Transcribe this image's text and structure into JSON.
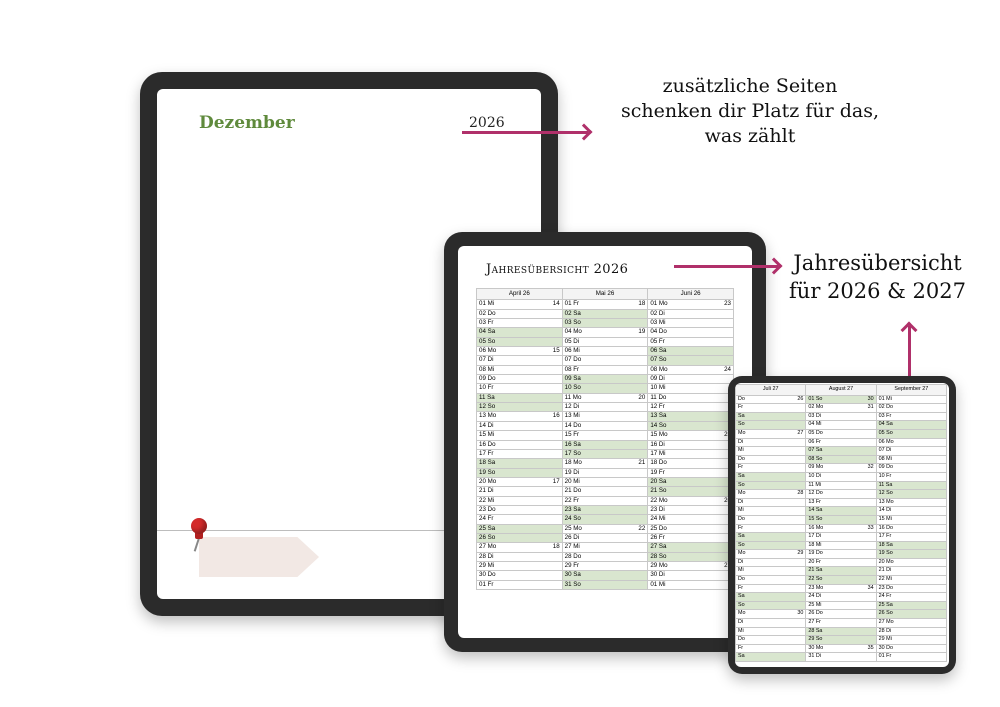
{
  "captions": {
    "top": [
      "zusätzliche Seiten",
      "schenken dir Platz für das,",
      "was zählt"
    ],
    "side": [
      "Jahresübersicht",
      "für 2026 & 2027"
    ]
  },
  "colors": {
    "accent_arrow": "#b0306a",
    "weekend_fill": "#d9e6cf",
    "month_green": "#5f8a3c"
  },
  "tablet1": {
    "month": "Dezember",
    "year": "2026"
  },
  "tablet2": {
    "title": "Jahresübersicht 2026",
    "headers": [
      "April 26",
      "Mai 26",
      "Juni 26"
    ],
    "rows": [
      [
        [
          "01 Mi",
          "14",
          false
        ],
        [
          "01 Fr",
          "18",
          false
        ],
        [
          "01 Mo",
          "23",
          false
        ]
      ],
      [
        [
          "02 Do",
          "",
          false
        ],
        [
          "02 Sa",
          "",
          true
        ],
        [
          "02 Di",
          "",
          false
        ]
      ],
      [
        [
          "03 Fr",
          "",
          false
        ],
        [
          "03 So",
          "",
          true
        ],
        [
          "03 Mi",
          "",
          false
        ]
      ],
      [
        [
          "04 Sa",
          "",
          true
        ],
        [
          "04 Mo",
          "19",
          false
        ],
        [
          "04 Do",
          "",
          false
        ]
      ],
      [
        [
          "05 So",
          "",
          true
        ],
        [
          "05 Di",
          "",
          false
        ],
        [
          "05 Fr",
          "",
          false
        ]
      ],
      [
        [
          "06 Mo",
          "15",
          false
        ],
        [
          "06 Mi",
          "",
          false
        ],
        [
          "06 Sa",
          "",
          true
        ]
      ],
      [
        [
          "07 Di",
          "",
          false
        ],
        [
          "07 Do",
          "",
          false
        ],
        [
          "07 So",
          "",
          true
        ]
      ],
      [
        [
          "08 Mi",
          "",
          false
        ],
        [
          "08 Fr",
          "",
          false
        ],
        [
          "08 Mo",
          "24",
          false
        ]
      ],
      [
        [
          "09 Do",
          "",
          false
        ],
        [
          "09 Sa",
          "",
          true
        ],
        [
          "09 Di",
          "",
          false
        ]
      ],
      [
        [
          "10 Fr",
          "",
          false
        ],
        [
          "10 So",
          "",
          true
        ],
        [
          "10 Mi",
          "",
          false
        ]
      ],
      [
        [
          "11 Sa",
          "",
          true
        ],
        [
          "11 Mo",
          "20",
          false
        ],
        [
          "11 Do",
          "",
          false
        ]
      ],
      [
        [
          "12 So",
          "",
          true
        ],
        [
          "12 Di",
          "",
          false
        ],
        [
          "12 Fr",
          "",
          false
        ]
      ],
      [
        [
          "13 Mo",
          "16",
          false
        ],
        [
          "13 Mi",
          "",
          false
        ],
        [
          "13 Sa",
          "",
          true
        ]
      ],
      [
        [
          "14 Di",
          "",
          false
        ],
        [
          "14 Do",
          "",
          false
        ],
        [
          "14 So",
          "",
          true
        ]
      ],
      [
        [
          "15 Mi",
          "",
          false
        ],
        [
          "15 Fr",
          "",
          false
        ],
        [
          "15 Mo",
          "25",
          false
        ]
      ],
      [
        [
          "16 Do",
          "",
          false
        ],
        [
          "16 Sa",
          "",
          true
        ],
        [
          "16 Di",
          "",
          false
        ]
      ],
      [
        [
          "17 Fr",
          "",
          false
        ],
        [
          "17 So",
          "",
          true
        ],
        [
          "17 Mi",
          "",
          false
        ]
      ],
      [
        [
          "18 Sa",
          "",
          true
        ],
        [
          "18 Mo",
          "21",
          false
        ],
        [
          "18 Do",
          "",
          false
        ]
      ],
      [
        [
          "19 So",
          "",
          true
        ],
        [
          "19 Di",
          "",
          false
        ],
        [
          "19 Fr",
          "",
          false
        ]
      ],
      [
        [
          "20 Mo",
          "17",
          false
        ],
        [
          "20 Mi",
          "",
          false
        ],
        [
          "20 Sa",
          "",
          true
        ]
      ],
      [
        [
          "21 Di",
          "",
          false
        ],
        [
          "21 Do",
          "",
          false
        ],
        [
          "21 So",
          "",
          true
        ]
      ],
      [
        [
          "22 Mi",
          "",
          false
        ],
        [
          "22 Fr",
          "",
          false
        ],
        [
          "22 Mo",
          "26",
          false
        ]
      ],
      [
        [
          "23 Do",
          "",
          false
        ],
        [
          "23 Sa",
          "",
          true
        ],
        [
          "23 Di",
          "",
          false
        ]
      ],
      [
        [
          "24 Fr",
          "",
          false
        ],
        [
          "24 So",
          "",
          true
        ],
        [
          "24 Mi",
          "",
          false
        ]
      ],
      [
        [
          "25 Sa",
          "",
          true
        ],
        [
          "25 Mo",
          "22",
          false
        ],
        [
          "25 Do",
          "",
          false
        ]
      ],
      [
        [
          "26 So",
          "",
          true
        ],
        [
          "26 Di",
          "",
          false
        ],
        [
          "26 Fr",
          "",
          false
        ]
      ],
      [
        [
          "27 Mo",
          "18",
          false
        ],
        [
          "27 Mi",
          "",
          false
        ],
        [
          "27 Sa",
          "",
          true
        ]
      ],
      [
        [
          "28 Di",
          "",
          false
        ],
        [
          "28 Do",
          "",
          false
        ],
        [
          "28 So",
          "",
          true
        ]
      ],
      [
        [
          "29 Mi",
          "",
          false
        ],
        [
          "29 Fr",
          "",
          false
        ],
        [
          "29 Mo",
          "27",
          false
        ]
      ],
      [
        [
          "30 Do",
          "",
          false
        ],
        [
          "30 Sa",
          "",
          true
        ],
        [
          "30 Di",
          "",
          false
        ]
      ],
      [
        [
          "01 Fr",
          "",
          false
        ],
        [
          "31 So",
          "",
          true
        ],
        [
          "01 Mi",
          "",
          false
        ]
      ]
    ]
  },
  "tablet3": {
    "headers": [
      "Juli 27",
      "August 27",
      "September 27"
    ],
    "rows": [
      [
        [
          "Do",
          "26",
          false
        ],
        [
          "01 So",
          "30",
          true
        ],
        [
          "01 Mi",
          "",
          false
        ]
      ],
      [
        [
          "Fr",
          "",
          false
        ],
        [
          "02 Mo",
          "31",
          false
        ],
        [
          "02 Do",
          "",
          false
        ]
      ],
      [
        [
          "Sa",
          "",
          true
        ],
        [
          "03 Di",
          "",
          false
        ],
        [
          "03 Fr",
          "",
          false
        ]
      ],
      [
        [
          "So",
          "",
          true
        ],
        [
          "04 Mi",
          "",
          false
        ],
        [
          "04 Sa",
          "",
          true
        ]
      ],
      [
        [
          "Mo",
          "27",
          false
        ],
        [
          "05 Do",
          "",
          false
        ],
        [
          "05 So",
          "",
          true
        ]
      ],
      [
        [
          "Di",
          "",
          false
        ],
        [
          "06 Fr",
          "",
          false
        ],
        [
          "06 Mo",
          "",
          false
        ]
      ],
      [
        [
          "Mi",
          "",
          false
        ],
        [
          "07 Sa",
          "",
          true
        ],
        [
          "07 Di",
          "",
          false
        ]
      ],
      [
        [
          "Do",
          "",
          false
        ],
        [
          "08 So",
          "",
          true
        ],
        [
          "08 Mi",
          "",
          false
        ]
      ],
      [
        [
          "Fr",
          "",
          false
        ],
        [
          "09 Mo",
          "32",
          false
        ],
        [
          "09 Do",
          "",
          false
        ]
      ],
      [
        [
          "Sa",
          "",
          true
        ],
        [
          "10 Di",
          "",
          false
        ],
        [
          "10 Fr",
          "",
          false
        ]
      ],
      [
        [
          "So",
          "",
          true
        ],
        [
          "11 Mi",
          "",
          false
        ],
        [
          "11 Sa",
          "",
          true
        ]
      ],
      [
        [
          "Mo",
          "28",
          false
        ],
        [
          "12 Do",
          "",
          false
        ],
        [
          "12 So",
          "",
          true
        ]
      ],
      [
        [
          "Di",
          "",
          false
        ],
        [
          "13 Fr",
          "",
          false
        ],
        [
          "13 Mo",
          "",
          false
        ]
      ],
      [
        [
          "Mi",
          "",
          false
        ],
        [
          "14 Sa",
          "",
          true
        ],
        [
          "14 Di",
          "",
          false
        ]
      ],
      [
        [
          "Do",
          "",
          false
        ],
        [
          "15 So",
          "",
          true
        ],
        [
          "15 Mi",
          "",
          false
        ]
      ],
      [
        [
          "Fr",
          "",
          false
        ],
        [
          "16 Mo",
          "33",
          false
        ],
        [
          "16 Do",
          "",
          false
        ]
      ],
      [
        [
          "Sa",
          "",
          true
        ],
        [
          "17 Di",
          "",
          false
        ],
        [
          "17 Fr",
          "",
          false
        ]
      ],
      [
        [
          "So",
          "",
          true
        ],
        [
          "18 Mi",
          "",
          false
        ],
        [
          "18 Sa",
          "",
          true
        ]
      ],
      [
        [
          "Mo",
          "29",
          false
        ],
        [
          "19 Do",
          "",
          false
        ],
        [
          "19 So",
          "",
          true
        ]
      ],
      [
        [
          "Di",
          "",
          false
        ],
        [
          "20 Fr",
          "",
          false
        ],
        [
          "20 Mo",
          "",
          false
        ]
      ],
      [
        [
          "Mi",
          "",
          false
        ],
        [
          "21 Sa",
          "",
          true
        ],
        [
          "21 Di",
          "",
          false
        ]
      ],
      [
        [
          "Do",
          "",
          false
        ],
        [
          "22 So",
          "",
          true
        ],
        [
          "22 Mi",
          "",
          false
        ]
      ],
      [
        [
          "Fr",
          "",
          false
        ],
        [
          "23 Mo",
          "34",
          false
        ],
        [
          "23 Do",
          "",
          false
        ]
      ],
      [
        [
          "Sa",
          "",
          true
        ],
        [
          "24 Di",
          "",
          false
        ],
        [
          "24 Fr",
          "",
          false
        ]
      ],
      [
        [
          "So",
          "",
          true
        ],
        [
          "25 Mi",
          "",
          false
        ],
        [
          "25 Sa",
          "",
          true
        ]
      ],
      [
        [
          "Mo",
          "30",
          false
        ],
        [
          "26 Do",
          "",
          false
        ],
        [
          "26 So",
          "",
          true
        ]
      ],
      [
        [
          "Di",
          "",
          false
        ],
        [
          "27 Fr",
          "",
          false
        ],
        [
          "27 Mo",
          "",
          false
        ]
      ],
      [
        [
          "Mi",
          "",
          false
        ],
        [
          "28 Sa",
          "",
          true
        ],
        [
          "28 Di",
          "",
          false
        ]
      ],
      [
        [
          "Do",
          "",
          false
        ],
        [
          "29 So",
          "",
          true
        ],
        [
          "29 Mi",
          "",
          false
        ]
      ],
      [
        [
          "Fr",
          "",
          false
        ],
        [
          "30 Mo",
          "35",
          false
        ],
        [
          "30 Do",
          "",
          false
        ]
      ],
      [
        [
          "Sa",
          "",
          true
        ],
        [
          "31 Di",
          "",
          false
        ],
        [
          "01 Fr",
          "",
          false
        ]
      ]
    ]
  }
}
